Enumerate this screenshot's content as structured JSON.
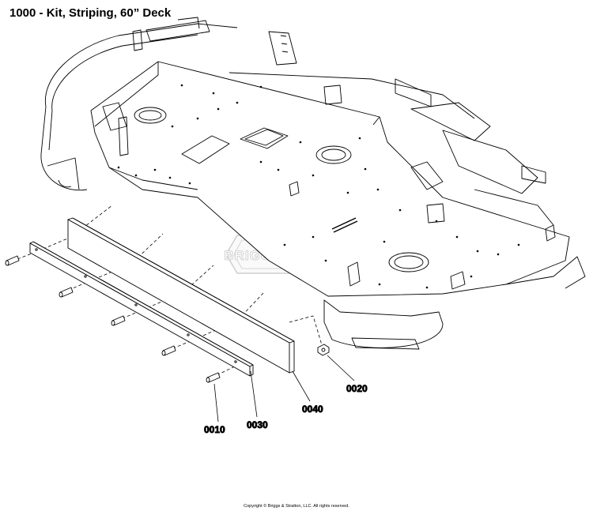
{
  "title": "1000 - Kit, Striping, 60” Deck",
  "watermark": "BRIGGS&STRATTON",
  "callouts": {
    "c0010": "0010",
    "c0020": "0020",
    "c0030": "0030",
    "c0040": "0040"
  },
  "copyright": "Copyright © Briggs & Stratton, LLC. All rights reserved."
}
